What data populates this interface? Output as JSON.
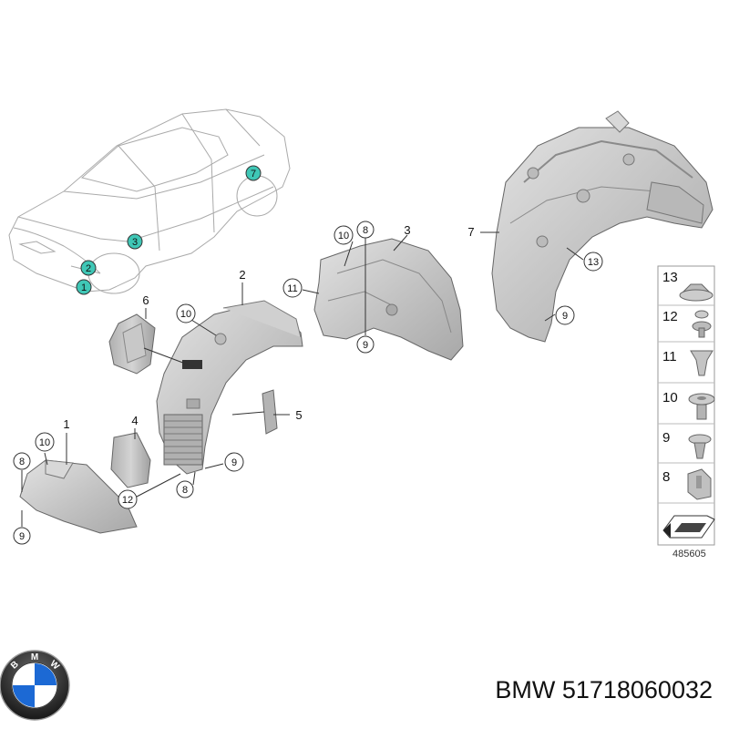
{
  "car_callouts": [
    "1",
    "2",
    "3",
    "7"
  ],
  "callouts": {
    "c10a": "10",
    "c8a": "8",
    "c3": "3",
    "c11": "11",
    "c9a": "9",
    "c2": "2",
    "c6": "6",
    "c10b": "10",
    "c5": "5",
    "c4": "4",
    "c1": "1",
    "c10c": "10",
    "c8b": "8",
    "c9b": "9",
    "c12": "12",
    "c8c": "8",
    "c9c": "9",
    "c7": "7",
    "c13": "13",
    "c9d": "9"
  },
  "legend": {
    "items": [
      "13",
      "12",
      "11",
      "10",
      "9",
      "8"
    ],
    "diagram_number": "485605"
  },
  "caption": {
    "brand": "BMW",
    "part_number": "51718060032"
  },
  "colors": {
    "teal": "#3fc7b6",
    "part_fill": "#c8c8c8",
    "part_dark": "#9a9a9a",
    "bmw_blue": "#1c69d4"
  }
}
